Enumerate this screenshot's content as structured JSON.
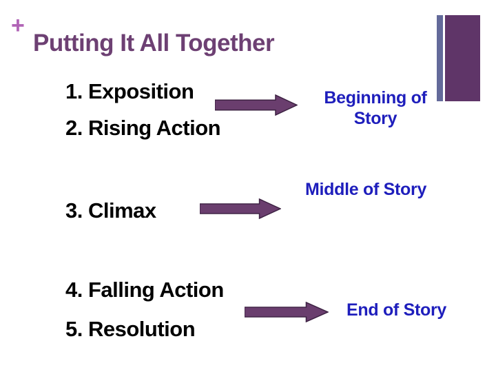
{
  "slide": {
    "plus_marker": "+",
    "title": "Putting It All Together",
    "list_items": [
      {
        "text": "1. Exposition"
      },
      {
        "text": "2. Rising Action"
      },
      {
        "text": "3. Climax"
      },
      {
        "text": "4. Falling Action"
      },
      {
        "text": "5. Resolution"
      }
    ],
    "stage_labels": {
      "beginning": {
        "line1": "Beginning of",
        "line2": "Story"
      },
      "middle": "Middle of Story",
      "end": "End of Story"
    },
    "colors": {
      "background": "#ffffff",
      "title_text": "#6d4073",
      "plus_marker": "#b164b6",
      "list_text": "#000000",
      "stage_label_text": "#1e1ebc",
      "arrow_fill": "#6a3e6e",
      "arrow_outline": "#3c2142",
      "accent_bar_thin": "#636a9a",
      "accent_bar_wide": "#5f3568"
    }
  }
}
